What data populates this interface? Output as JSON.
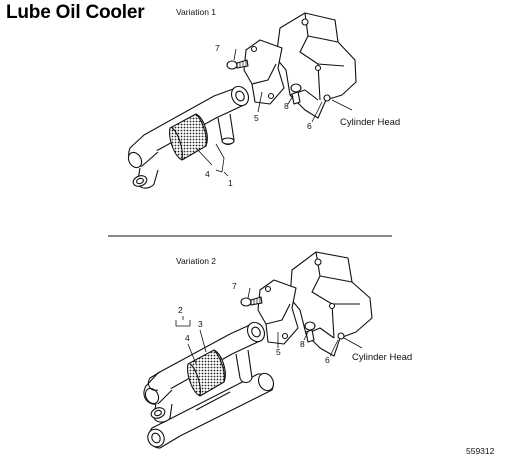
{
  "title": "Lube Oil Cooler",
  "variation1": {
    "heading": "Variation 1",
    "callouts": {
      "c1": "1",
      "c4": "4",
      "c5": "5",
      "c6": "6",
      "c7": "7",
      "c8": "8"
    },
    "cylinder_head": "Cylinder Head"
  },
  "variation2": {
    "heading": "Variation 2",
    "callouts": {
      "c2": "2",
      "c3": "3",
      "c4": "4",
      "c5": "5",
      "c6": "6",
      "c7": "7",
      "c8": "8"
    },
    "cylinder_head": "Cylinder Head"
  },
  "figure_number": "559312"
}
